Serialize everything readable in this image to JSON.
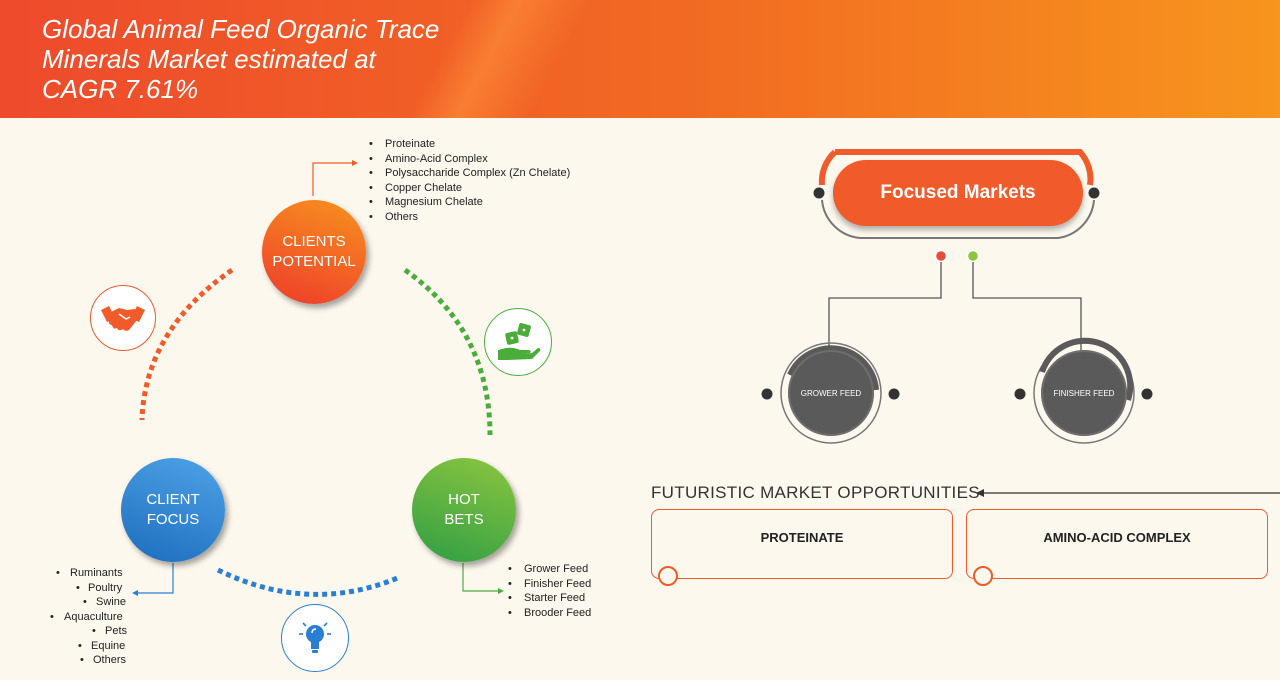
{
  "header": {
    "title_lines": [
      "Global Animal Feed Organic Trace",
      "Minerals Market estimated at",
      "CAGR 7.61%"
    ]
  },
  "cycle": {
    "clients_potential": {
      "line1": "CLIENTS",
      "line2": "POTENTIAL",
      "color": "#f15a29"
    },
    "client_focus": {
      "line1": "CLIENT",
      "line2": "FOCUS",
      "color": "#2a7fd4"
    },
    "hot_bets": {
      "line1": "HOT",
      "line2": "BETS",
      "color": "#4aad3a"
    }
  },
  "lists": {
    "clients_potential": [
      "Proteinate",
      "Amino-Acid Complex",
      "Polysaccharide Complex (Zn Chelate)",
      "Copper Chelate",
      "Magnesium Chelate",
      "Others"
    ],
    "client_focus": [
      "Ruminants",
      "Poultry",
      "Swine",
      "Aquaculture",
      "Pets",
      "Equine",
      "Others"
    ],
    "hot_bets": [
      "Grower Feed",
      "Finisher Feed",
      "Starter Feed",
      "Brooder Feed"
    ]
  },
  "icons": {
    "handshake": "handshake-icon",
    "dice_hand": "dice-hand-icon",
    "lightbulb": "lightbulb-icon"
  },
  "focused_markets": {
    "title": "Focused Markets",
    "items": [
      "GROWER FEED",
      "FINISHER FEED"
    ]
  },
  "opportunities": {
    "title": "FUTURISTIC MARKET OPPORTUNITIES",
    "items": [
      "PROTEINATE",
      "AMINO-ACID COMPLEX"
    ]
  },
  "colors": {
    "orange": "#f15a29",
    "blue": "#2a7fd4",
    "green": "#4aad3a",
    "gray": "#5a5a5a"
  }
}
